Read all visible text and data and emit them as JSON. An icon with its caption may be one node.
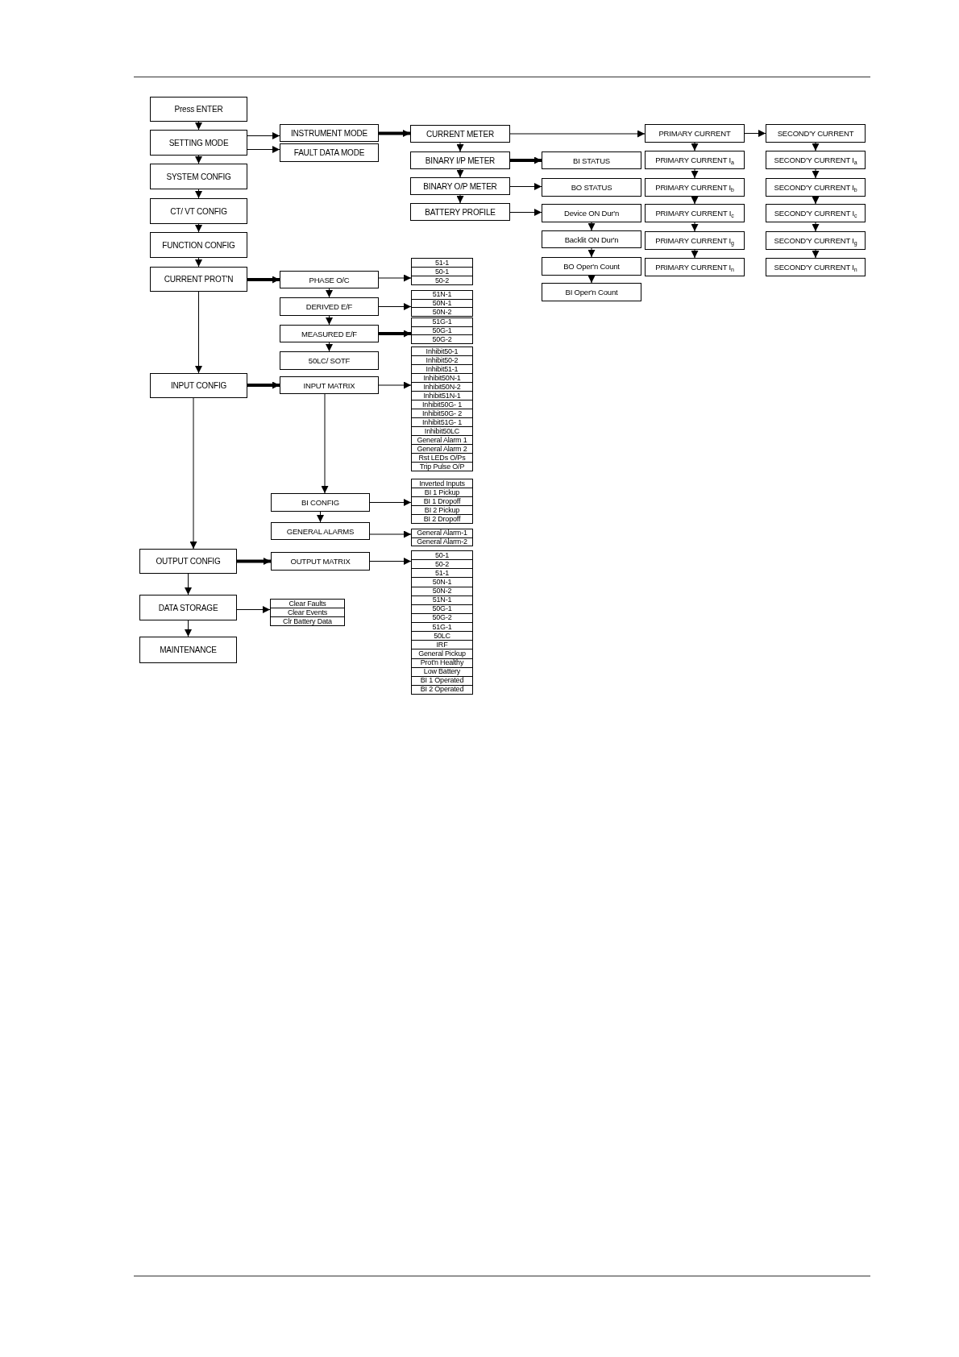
{
  "diagram": {
    "nodes": [
      {
        "text": [
          "Press ENTER"
        ]
      },
      {
        "text": [
          "SETTING MODE"
        ]
      },
      {
        "text": [
          "SYSTEM CONFIG"
        ]
      },
      {
        "text": [
          "CT/ VT CONFIG"
        ]
      },
      {
        "text": [
          "FUNCTION CONFIG"
        ]
      },
      {
        "text": [
          "CURRENT PROT'N"
        ]
      },
      {
        "text": [
          "INPUT CONFIG"
        ]
      },
      {
        "text": [
          "OUTPUT CONFIG"
        ]
      },
      {
        "text": [
          "DATA STORAGE"
        ]
      },
      {
        "text": [
          "MAINTENANCE"
        ]
      },
      {
        "text": [
          "INSTRUMENT MODE"
        ]
      },
      {
        "text": [
          "FAULT DATA MODE"
        ]
      },
      {
        "text": [
          "CURRENT METER"
        ]
      },
      {
        "text": [
          "BINARY I/P METER"
        ]
      },
      {
        "text": [
          "BINARY O/P METER"
        ]
      },
      {
        "text": [
          "BATTERY PROFILE"
        ]
      },
      {
        "text": [
          "BI STATUS"
        ]
      },
      {
        "text": [
          "BO STATUS"
        ]
      },
      {
        "text": [
          "Device ON Dur'n"
        ]
      },
      {
        "text": [
          "Backlit ON Dur'n"
        ]
      },
      {
        "text": [
          "BO Oper'n Count"
        ]
      },
      {
        "text": [
          "BI Oper'n Count"
        ]
      },
      {
        "text": [
          "PRIMARY CURRENT"
        ]
      },
      {
        "text": [
          "PRIMARY CURRENT I$_{a}$"
        ]
      },
      {
        "text": [
          "PRIMARY CURRENT I$_{b}$"
        ]
      },
      {
        "text": [
          "PRIMARY CURRENT I$_{c}$"
        ]
      },
      {
        "text": [
          "PRIMARY CURRENT I$_{g}$"
        ]
      },
      {
        "text": [
          "PRIMARY CURRENT I$_{n}$"
        ]
      },
      {
        "text": [
          "SECOND'Y CURRENT"
        ]
      },
      {
        "text": [
          "SECOND'Y CURRENT I$_{a}$"
        ]
      },
      {
        "text": [
          "SECOND'Y CURRENT I$_{b}$"
        ]
      },
      {
        "text": [
          "SECOND'Y CURRENT I$_{c}$"
        ]
      },
      {
        "text": [
          "SECOND'Y CURRENT I$_{g}$"
        ]
      },
      {
        "text": [
          "SECOND'Y CURRENT I$_{n}$"
        ]
      },
      {
        "text": [
          "PHASE O/C"
        ]
      },
      {
        "text": [
          "DERIVED E/F"
        ]
      },
      {
        "text": [
          "MEASURED E/F"
        ]
      },
      {
        "text": [
          "50LC/ SOTF"
        ]
      },
      {
        "text": [
          "INPUT MATRIX"
        ]
      },
      {
        "text": [
          "BI CONFIG"
        ]
      },
      {
        "text": [
          "GENERAL ALARMS"
        ]
      },
      {
        "text": [
          "OUTPUT MATRIX"
        ]
      },
      {
        "text": [
          "51-1",
          "50-1",
          "50-2"
        ]
      },
      {
        "text": [
          "51N-1",
          "50N-1",
          "50N-2"
        ]
      },
      {
        "text": [
          "51G-1",
          "50G-1",
          "50G-2"
        ]
      },
      {
        "text": [
          "Inhibit50-1",
          "Inhibit50-2",
          "Inhibit51-1",
          "Inhibit50N-1",
          "Inhibit50N-2",
          "Inhibit51N-1",
          "Inhibit50G- 1",
          "Inhibit50G- 2",
          "Inhibit51G- 1",
          "Inhibit50LC",
          "General Alarm 1",
          "General Alarm 2",
          "Rst LEDs O/Ps",
          "Trip Pulse O/P"
        ]
      },
      {
        "text": [
          "Inverted Inputs",
          "BI 1 Pickup",
          "BI 1 Dropoff",
          "BI 2 Pickup",
          "BI 2 Dropoff"
        ]
      },
      {
        "text": [
          "General Alarm-1",
          "General Alarm-2"
        ]
      },
      {
        "text": [
          "50-1",
          "50-2",
          "51-1",
          "50N-1",
          "50N-2",
          "51N-1",
          "50G-1",
          "50G-2",
          "51G-1",
          "50LC",
          "IRF",
          "General Pickup",
          "Prot'n Healthy",
          "Low Battery",
          "BI 1 Operated",
          "BI 2 Operated"
        ]
      },
      {
        "text": [
          "Clear Faults",
          "Clear Events",
          "Clr Battery Data"
        ]
      }
    ],
    "edges": [
      {
        "from": 0,
        "to": 1,
        "arrow": "to"
      },
      {
        "from": 1,
        "to": 2,
        "arrow": "to"
      },
      {
        "from": 2,
        "to": 3,
        "arrow": "to"
      },
      {
        "from": 3,
        "to": 4,
        "arrow": "to"
      },
      {
        "from": 4,
        "to": 5,
        "arrow": "to"
      },
      {
        "from": 5,
        "to": 6,
        "arrow": "to"
      },
      {
        "from": 6,
        "to": 7,
        "arrow": "to"
      },
      {
        "from": 7,
        "to": 8,
        "arrow": "to"
      },
      {
        "from": 8,
        "to": 9,
        "arrow": "to"
      },
      {
        "from": 1,
        "to": 10,
        "arrow": "to"
      },
      {
        "from": 1,
        "to": 11,
        "arrow": "to"
      },
      {
        "from": 10,
        "to": 12,
        "arrow": "to",
        "style": "thick"
      },
      {
        "from": 12,
        "to": 13,
        "arrow": "to"
      },
      {
        "from": 13,
        "to": 14,
        "arrow": "to"
      },
      {
        "from": 14,
        "to": 15,
        "arrow": "to"
      },
      {
        "from": 12,
        "to": 22,
        "arrow": "to"
      },
      {
        "from": 13,
        "to": 16,
        "arrow": "to",
        "style": "thick"
      },
      {
        "from": 14,
        "to": 17,
        "arrow": "to"
      },
      {
        "from": 15,
        "to": 18,
        "arrow": "to"
      },
      {
        "from": 18,
        "to": 19,
        "arrow": "to"
      },
      {
        "from": 19,
        "to": 20,
        "arrow": "to"
      },
      {
        "from": 20,
        "to": 21,
        "arrow": "to"
      },
      {
        "from": 22,
        "to": 23,
        "arrow": "to"
      },
      {
        "from": 23,
        "to": 24,
        "arrow": "to"
      },
      {
        "from": 24,
        "to": 25,
        "arrow": "to"
      },
      {
        "from": 25,
        "to": 26,
        "arrow": "to"
      },
      {
        "from": 26,
        "to": 27,
        "arrow": "to"
      },
      {
        "from": 22,
        "to": 28,
        "arrow": "to"
      },
      {
        "from": 28,
        "to": 29,
        "arrow": "to"
      },
      {
        "from": 29,
        "to": 30,
        "arrow": "to"
      },
      {
        "from": 30,
        "to": 31,
        "arrow": "to"
      },
      {
        "from": 31,
        "to": 32,
        "arrow": "to"
      },
      {
        "from": 32,
        "to": 33,
        "arrow": "to"
      },
      {
        "from": 5,
        "to": 34,
        "arrow": "to",
        "style": "thick"
      },
      {
        "from": 34,
        "to": 35,
        "arrow": "to"
      },
      {
        "from": 35,
        "to": 36,
        "arrow": "to"
      },
      {
        "from": 36,
        "to": 37,
        "arrow": "to"
      },
      {
        "from": 6,
        "to": 38,
        "arrow": "to",
        "style": "thick"
      },
      {
        "from": 38,
        "to": 39,
        "arrow": "to"
      },
      {
        "from": 39,
        "to": 40,
        "arrow": "to"
      },
      {
        "from": 7,
        "to": 41,
        "arrow": "to",
        "style": "thick"
      },
      {
        "from": 34,
        "to": 42,
        "arrow": "to"
      },
      {
        "from": 35,
        "to": 43,
        "arrow": "to"
      },
      {
        "from": 36,
        "to": 44,
        "arrow": "to",
        "style": "thick"
      },
      {
        "from": 38,
        "to": 45,
        "arrow": "to"
      },
      {
        "from": 39,
        "to": 46,
        "arrow": "to"
      },
      {
        "from": 40,
        "to": 47,
        "arrow": "to"
      },
      {
        "from": 41,
        "to": 48,
        "arrow": "to"
      },
      {
        "from": 8,
        "to": 49,
        "arrow": "to"
      }
    ]
  }
}
